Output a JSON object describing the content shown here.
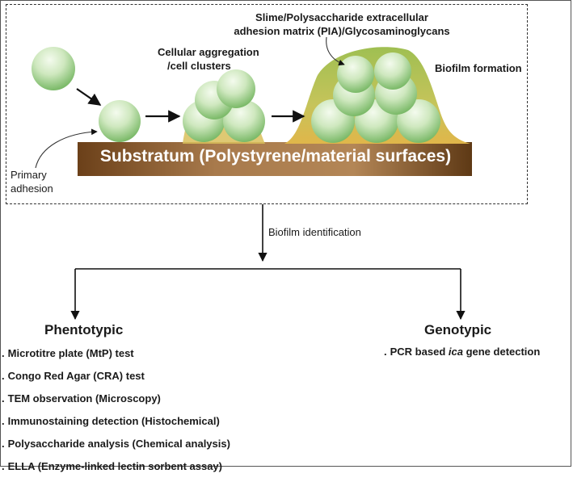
{
  "labels": {
    "primary_adhesion": [
      "Primary",
      "adhesion"
    ],
    "cellular_aggregation": [
      "Cellular aggregation",
      "/cell clusters"
    ],
    "slime_matrix": [
      "Slime/Polysaccharide extracellular",
      "adhesion matrix (PIA)/Glycosaminoglycans"
    ],
    "biofilm_formation": "Biofilm formation",
    "substratum": "Substratum (Polystyrene/material surfaces)",
    "biofilm_identification": "Biofilm identification"
  },
  "branches": {
    "phenotypic": {
      "title": "Phentotypic",
      "tests": [
        "Microtitre plate (MtP) test",
        "Congo Red Agar (CRA) test",
        "TEM observation (Microscopy)",
        "Immunostaining detection (Histochemical)",
        "Polysaccharide analysis (Chemical analysis)",
        "ELLA (Enzyme-linked lectin sorbent assay)"
      ]
    },
    "genotypic": {
      "title": "Genotypic",
      "test_prefix": "PCR based ",
      "test_italic": "ica",
      "test_suffix": " gene detection"
    }
  },
  "colors": {
    "cell_light": "#e8f5df",
    "cell_dark": "#7fbf6a",
    "matrix": "#b9c760",
    "substratum": "#8a5a2f"
  }
}
